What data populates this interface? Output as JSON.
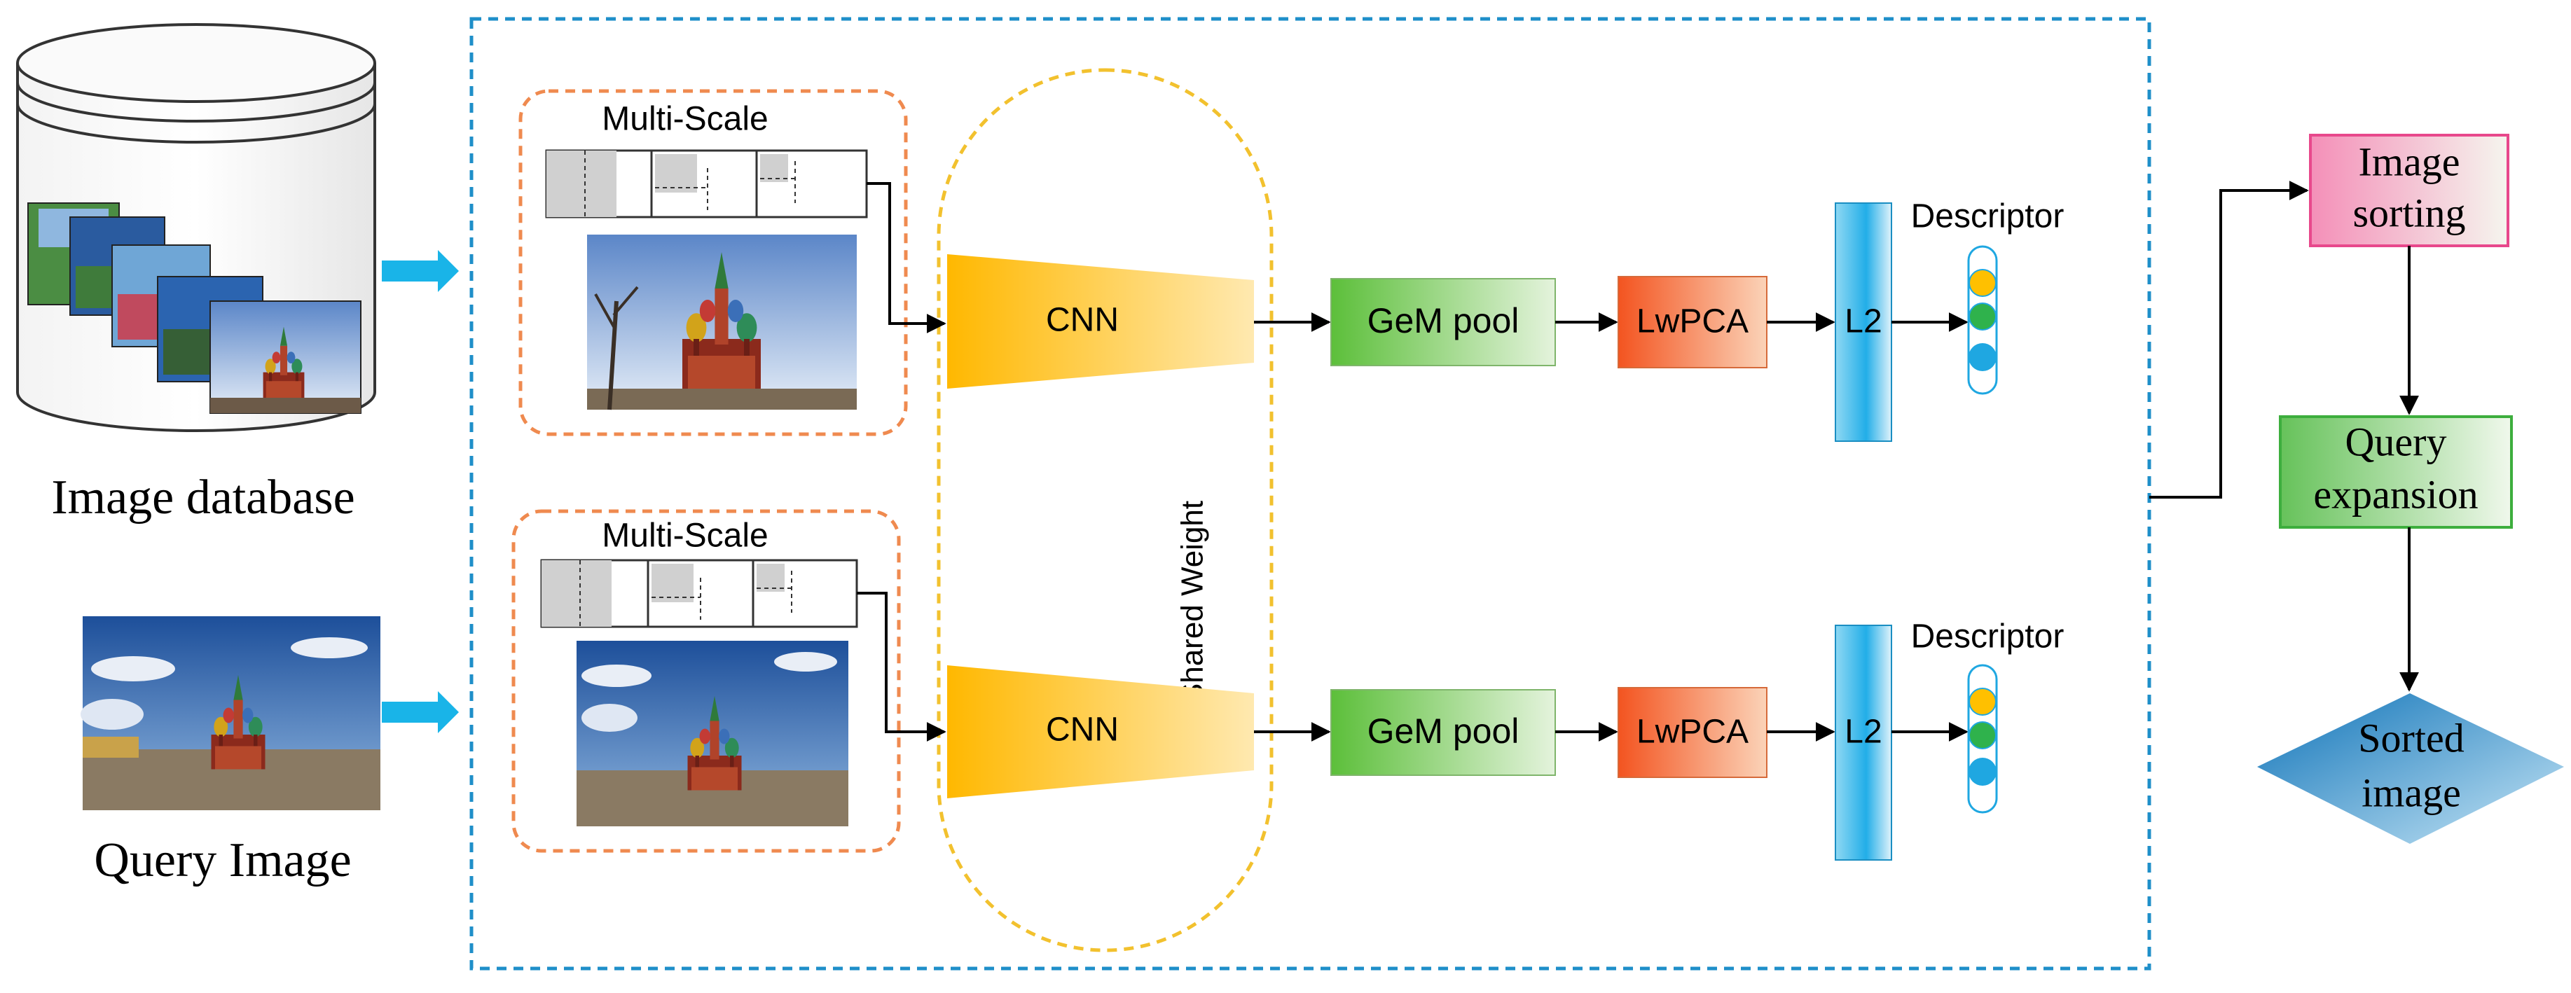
{
  "database": {
    "label": "Image database"
  },
  "query": {
    "label": "Query Image"
  },
  "branches": [
    {
      "id": "database-branch",
      "multiscale_label": "Multi-Scale",
      "cnn_label": "CNN",
      "pool_label": "GeM pool",
      "pca_label": "LwPCA",
      "norm_label": "L2",
      "descriptor_label": "Descriptor"
    },
    {
      "id": "query-branch",
      "multiscale_label": "Multi-Scale",
      "cnn_label": "CNN",
      "pool_label": "GeM pool",
      "pca_label": "LwPCA",
      "norm_label": "L2",
      "descriptor_label": "Descriptor"
    }
  ],
  "shared_weight_label": "Shared Weight",
  "post": {
    "sorting": [
      "Image",
      "sorting"
    ],
    "expansion": [
      "Query",
      "expansion"
    ],
    "sorted": [
      "Sorted",
      "image"
    ]
  },
  "colors": {
    "pipeline_border": "#1f8fc9",
    "multiscale_border": "#ef8a4f",
    "shared_border": "#f2c12e",
    "feed_arrow": "#19b4e8",
    "cnn": "#ffc000",
    "gem_pool": "#6cc64a",
    "lwpca": "#f0602a",
    "l2": "#29b2e8",
    "desc_yellow": "#ffc000",
    "desc_green": "#2fb24c",
    "desc_blue": "#1fa7e1",
    "sorting_border": "#e8488c",
    "expansion_border": "#3dae3d",
    "sorted_fill": "#1680c2"
  }
}
